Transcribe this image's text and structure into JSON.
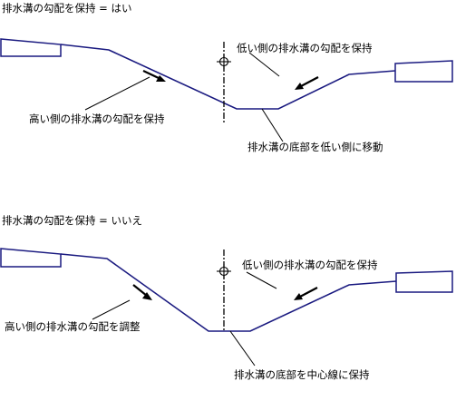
{
  "colors": {
    "profile": "#1a1a80",
    "leader": "#000000",
    "arrow": "#000000",
    "centerline": "#000000",
    "background": "#ffffff"
  },
  "icons": {
    "centerline_marker": "crosshair-circle-icon"
  },
  "panels": [
    {
      "heading": "排水溝の勾配を保持 = はい",
      "label_high_side": "高い側の排水溝の勾配を保持",
      "label_low_side": "低い側の排水溝の勾配を保持",
      "label_bottom": "排水溝の底部を低い側に移動"
    },
    {
      "heading": "排水溝の勾配を保持 = いいえ",
      "label_high_side": "高い側の排水溝の勾配を調整",
      "label_low_side": "低い側の排水溝の勾配を保持",
      "label_bottom": "排水溝の底部を中心線に保持"
    }
  ]
}
